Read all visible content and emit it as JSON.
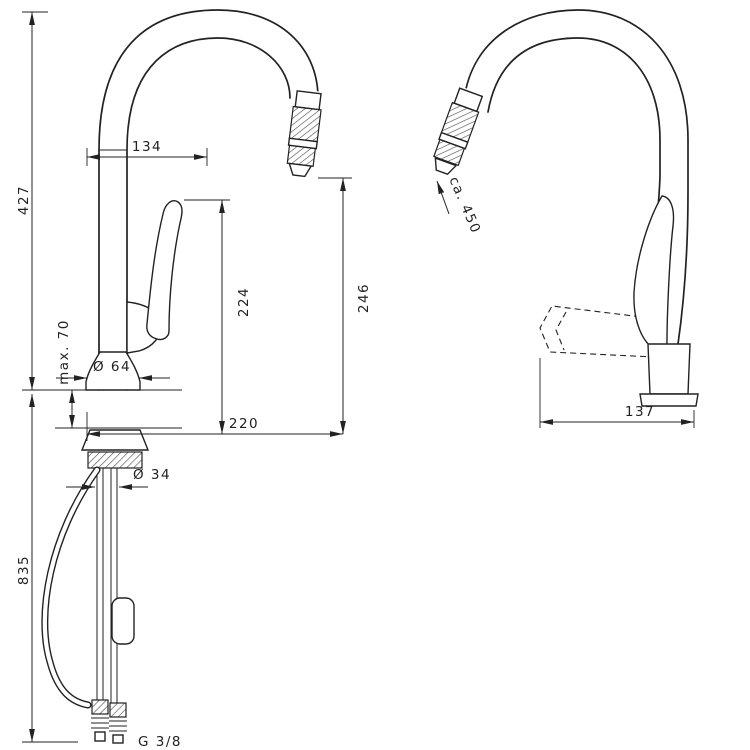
{
  "colors": {
    "line": "#222222",
    "background": "#ffffff",
    "hatch": "#555555"
  },
  "dimensions": {
    "overall_height": "427",
    "spout_offset": "134",
    "handle_height": "224",
    "spout_height": "246",
    "max_mounting_thickness": "max. 70",
    "base_diameter": "Ø 64",
    "spout_reach": "220",
    "hole_diameter": "Ø 34",
    "hose_length": "835",
    "connection_thread": "G 3/8",
    "pullout_hose_length": "ca. 450",
    "side_reach": "137"
  }
}
